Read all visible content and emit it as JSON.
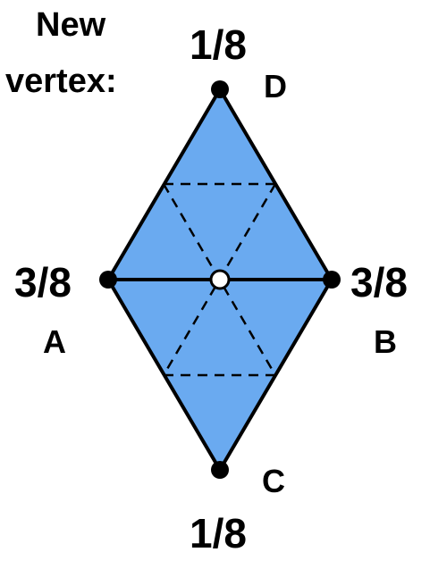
{
  "title": {
    "line1": "New",
    "line2": "vertex:"
  },
  "vertices": {
    "D": {
      "label": "D",
      "weight": "1/8"
    },
    "A": {
      "label": "A",
      "weight": "3/8"
    },
    "B": {
      "label": "B",
      "weight": "3/8"
    },
    "C": {
      "label": "C",
      "weight": "1/8"
    }
  },
  "colors": {
    "fill": "#6aaaf0",
    "stroke": "#000000",
    "background": "#ffffff",
    "new_vertex_fill": "#ffffff"
  }
}
